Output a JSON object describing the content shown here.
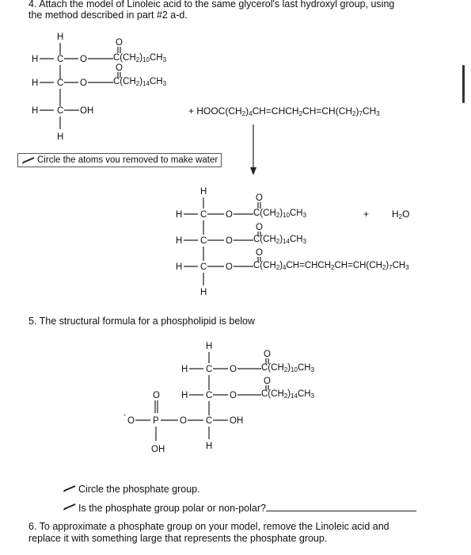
{
  "q4": {
    "line1": "4. Attach the model of Linoleic acid to the same glycerol's last hydroxyl group, using",
    "line2": "the method described in part #2 a-d."
  },
  "atoms": {
    "H": "H",
    "C": "C",
    "O": "O",
    "OH": "OH",
    "P": "P",
    "O_minus": "O",
    "minus": "-"
  },
  "groups": {
    "g10": "C(CH2)10CH3",
    "g14": "C(CH2)14CH3",
    "linoleic_chain": "C(CH2)4CH=CHCH2CH=CH(CH2)7CH3"
  },
  "reaction": {
    "reagent": "+ HOOC(CH2)4CH=CHCH2CH=CH(CH2)7CH3",
    "plus": "+",
    "water": "H2O",
    "circle_instruction": "Circle the atoms vou removed to make water"
  },
  "q5": {
    "title": "5. The structural formula for a phospholipid is below"
  },
  "instructions": {
    "circle_phosphate": "Circle the phosphate group.",
    "polar_question": "Is the phosphate group polar or non-polar?"
  },
  "q6": {
    "line1": "6. To approximate a phosphate group on your model, remove the Linoleic acid and",
    "line2": "replace it with something large that represents the phosphate group."
  }
}
